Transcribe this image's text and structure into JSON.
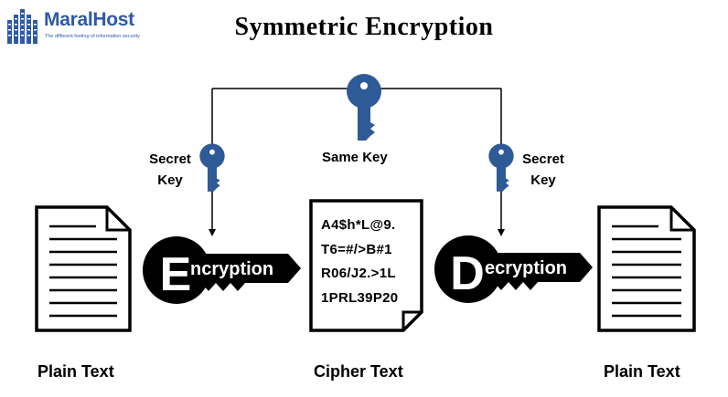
{
  "logo": {
    "name": "MaralHost",
    "tagline": "The different feeling of information security",
    "color": "#2d5aa8"
  },
  "title": "Symmetric Encryption",
  "keys": {
    "left_label_line1": "Secret",
    "left_label_line2": "Key",
    "center_label": "Same Key",
    "right_label_line1": "Secret",
    "right_label_line2": "Key",
    "key_color": "#2e5b97",
    "icon": "key-icon"
  },
  "encryption": {
    "initial": "E",
    "rest": "ncryption",
    "icon": "key-shaped-badge-icon"
  },
  "decryption": {
    "initial": "D",
    "rest": "ecryption",
    "icon": "key-shaped-badge-icon"
  },
  "cipher_text": {
    "lines": [
      "A4$h*L@9.",
      "T6=#/>B#1",
      "R06/J2.>1L",
      "1PRL39P20"
    ]
  },
  "labels": {
    "plain_left": "Plain Text",
    "cipher": "Cipher Text",
    "plain_right": "Plain Text"
  }
}
